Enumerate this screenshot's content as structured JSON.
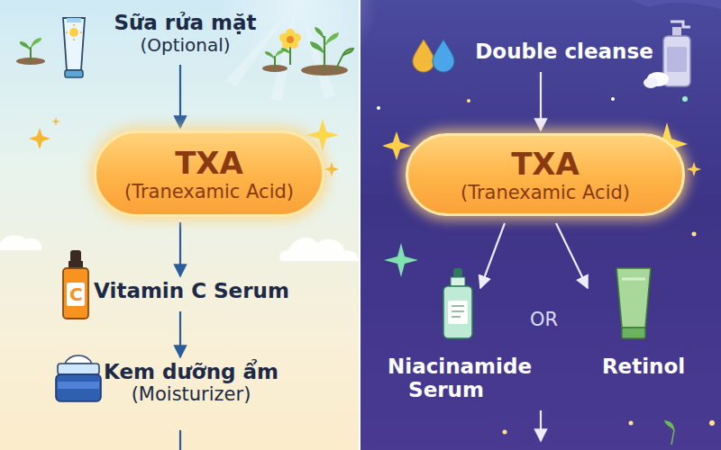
{
  "diagram": {
    "nodes": [
      {
        "text": [
          "Sữa rửa mặt",
          "(Optional)"
        ]
      },
      {
        "text": [
          "TXA",
          "(Tranexamic Acid)"
        ]
      },
      {
        "text": [
          "Vitamin C Serum"
        ]
      },
      {
        "text": [
          "Kem dưỡng ẩm",
          "(Moisturizer)"
        ]
      },
      {
        "text": [
          "Double cleanse"
        ]
      },
      {
        "text": [
          "TXA",
          "(Tranexamic Acid)"
        ]
      },
      {
        "text": [
          "Niacinamide Serum"
        ]
      },
      {
        "text": [
          "Retinol"
        ]
      }
    ],
    "edges": [
      {
        "from": 0,
        "to": 1,
        "arrow": "to"
      },
      {
        "from": 1,
        "to": 2,
        "arrow": "to"
      },
      {
        "from": 2,
        "to": 3,
        "arrow": "to"
      },
      {
        "from": 4,
        "to": 5,
        "arrow": "to"
      },
      {
        "from": 5,
        "to": 6,
        "arrow": "to"
      },
      {
        "from": 5,
        "to": 7,
        "arrow": "to"
      }
    ],
    "labels": [
      "OR",
      "C"
    ]
  }
}
